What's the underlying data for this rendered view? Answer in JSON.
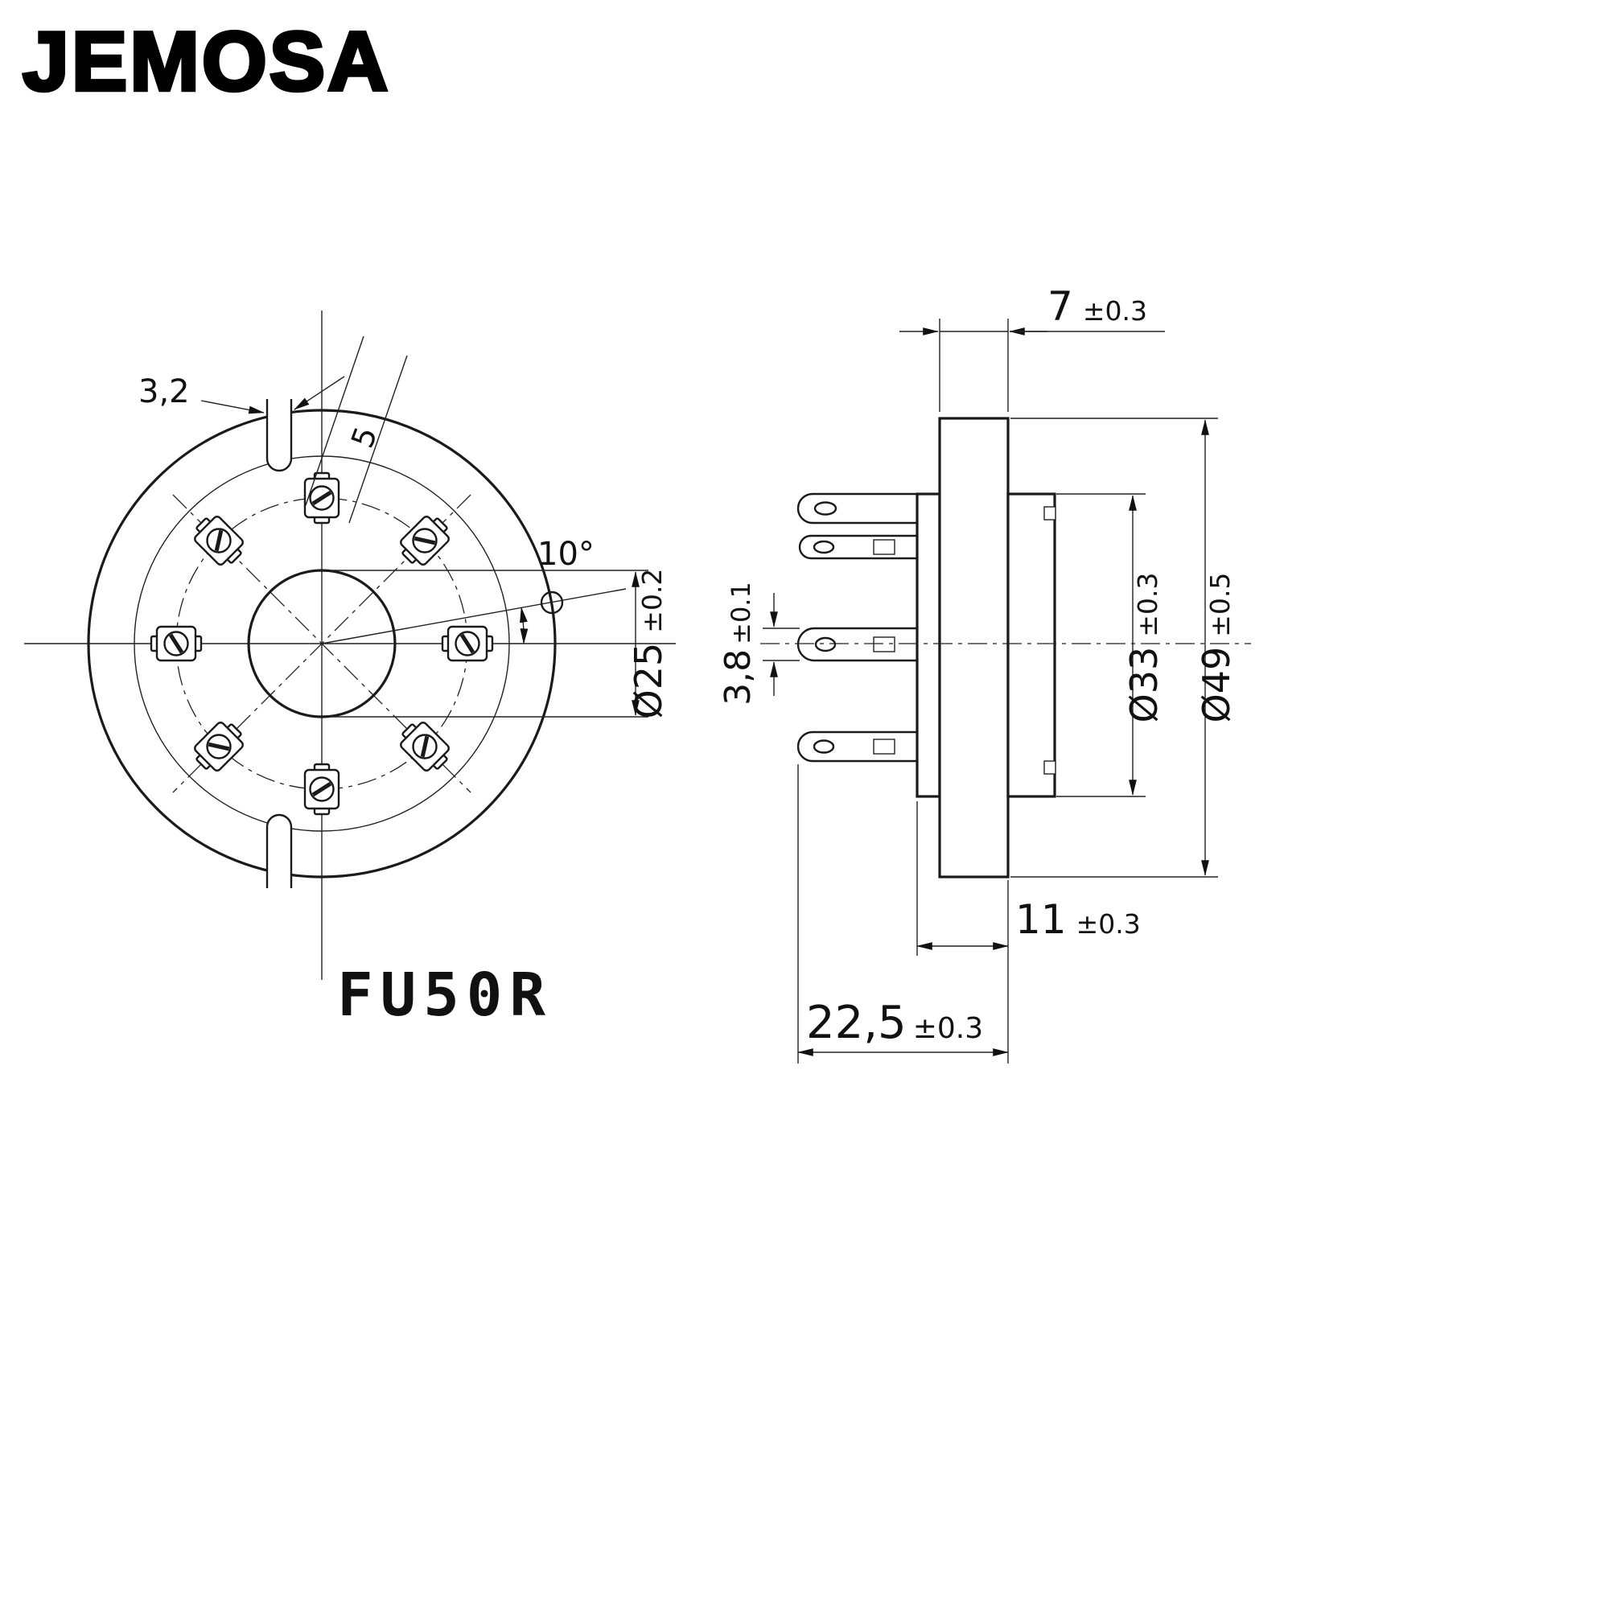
{
  "page": {
    "background": "#ffffff",
    "line_color": "#1a1a1a"
  },
  "logo": {
    "text": "JEMOSA"
  },
  "front_view": {
    "label": "FU50R",
    "dim_slot_width": {
      "value": "3,2"
    },
    "dim_slot_depth": {
      "value": "5"
    },
    "dim_angle": {
      "value": "10°"
    },
    "dim_center_hole": {
      "value": "Ø25",
      "tolerance": "±0.2"
    }
  },
  "side_view": {
    "dim_flange_thickness": {
      "value": "7",
      "tolerance": "±0.3"
    },
    "dim_body_diameter": {
      "value": "Ø33",
      "tolerance": "±0.3"
    },
    "dim_flange_diameter": {
      "value": "Ø49",
      "tolerance": "±0.5"
    },
    "dim_pin_width": {
      "value": "3,8",
      "tolerance": "±0.1"
    },
    "dim_mount_depth": {
      "value": "11",
      "tolerance": "±0.3"
    },
    "dim_total_depth": {
      "value": "22,5",
      "tolerance": "±0.3"
    }
  }
}
